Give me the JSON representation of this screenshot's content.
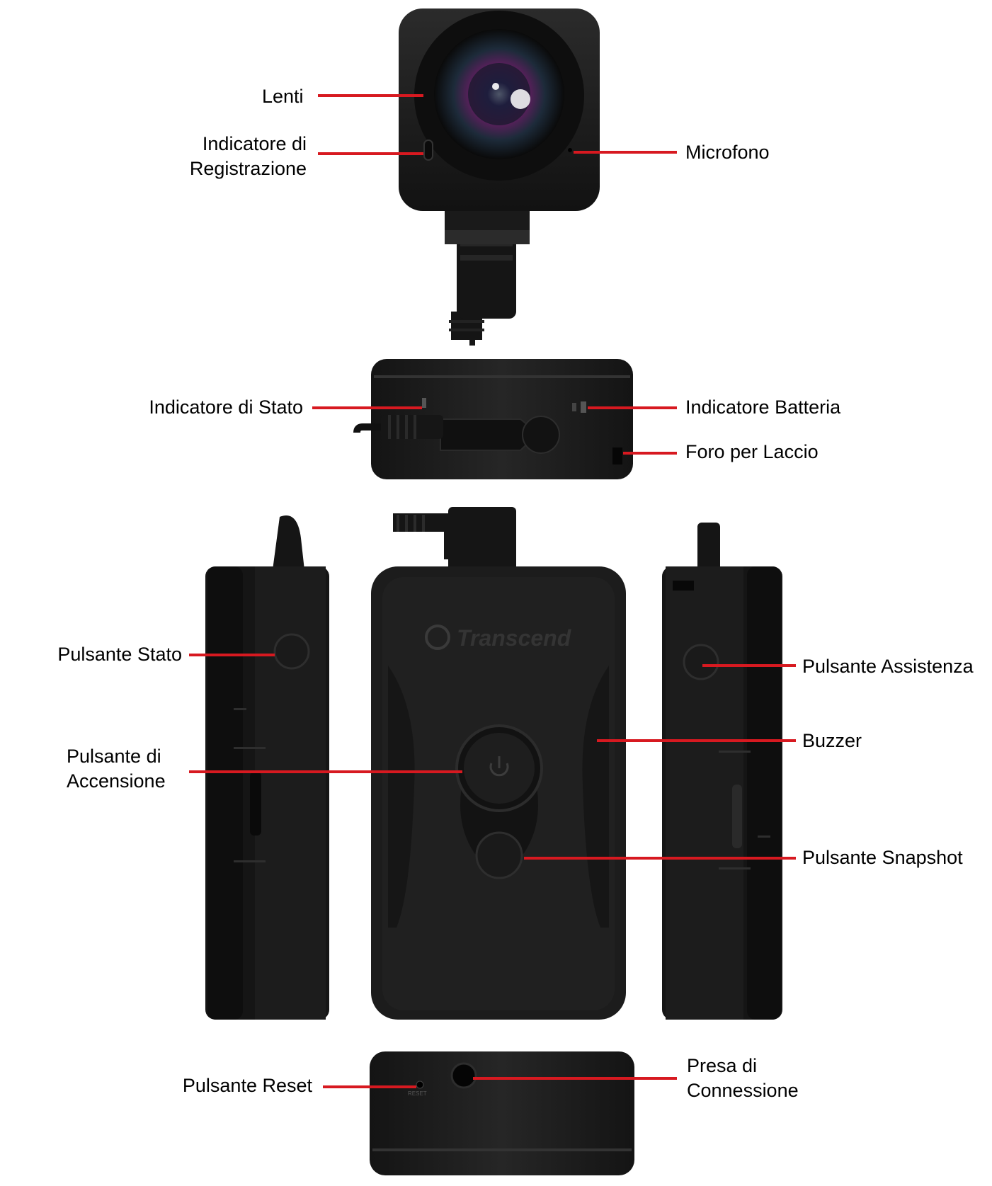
{
  "brand": {
    "logo_text": "Transcend"
  },
  "device": {
    "reset_engraving": "RESET"
  },
  "colors": {
    "callout_line": "#d71920",
    "device_body": "#1a1a1a",
    "text": "#000000"
  },
  "callouts": {
    "lenti": "Lenti",
    "indicatore_registrazione": [
      "Indicatore di",
      "Registrazione"
    ],
    "microfono": "Microfono",
    "indicatore_stato": "Indicatore di Stato",
    "indicatore_batteria": "Indicatore Batteria",
    "foro_laccio": "Foro per Laccio",
    "pulsante_stato": "Pulsante Stato",
    "pulsante_assistenza": "Pulsante Assistenza",
    "buzzer": "Buzzer",
    "pulsante_accensione": [
      "Pulsante di",
      "Accensione"
    ],
    "pulsante_snapshot": "Pulsante Snapshot",
    "pulsante_reset": "Pulsante Reset",
    "presa_connessione": [
      "Presa di",
      "Connessione"
    ]
  }
}
